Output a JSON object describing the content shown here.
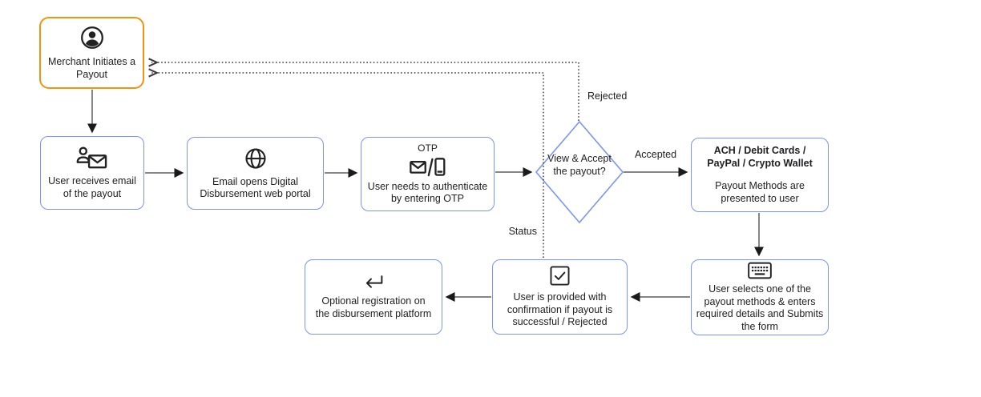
{
  "nodes": {
    "merchant": {
      "label": "Merchant Initiates a Payout",
      "icon": "account-circle"
    },
    "receive_email": {
      "label": "User receives email of the payout",
      "icon": "person-mail"
    },
    "web_portal": {
      "label": "Email opens Digital Disbursement web portal",
      "icon": "globe"
    },
    "otp": {
      "caption": "OTP",
      "label": "User needs to authenticate by entering OTP",
      "icon": "mail-slash-phone"
    },
    "decision": {
      "label": "View & Accept the payout?"
    },
    "payout_methods": {
      "title": "ACH / Debit Cards / PayPal / Crypto Wallet",
      "label": "Payout Methods are presented to user"
    },
    "select_method": {
      "label": "User selects one of the payout methods & enters required details and Submits the form",
      "icon": "keyboard"
    },
    "confirmation": {
      "label": "User is provided with confirmation if payout is successful / Rejected",
      "icon": "checkbox-checked"
    },
    "registration": {
      "label": "Optional registration on the disbursement platform",
      "icon": "return-arrow"
    }
  },
  "edge_labels": {
    "accepted": "Accepted",
    "rejected": "Rejected",
    "status": "Status"
  },
  "colors": {
    "node_border": "#7b95f2",
    "start_border": "#f2930d",
    "arrow": "#5f5f5f",
    "arrowhead": "#1a1a1a",
    "dotted": "#3a3a3a",
    "text": "#202124",
    "bg": "#ffffff"
  }
}
